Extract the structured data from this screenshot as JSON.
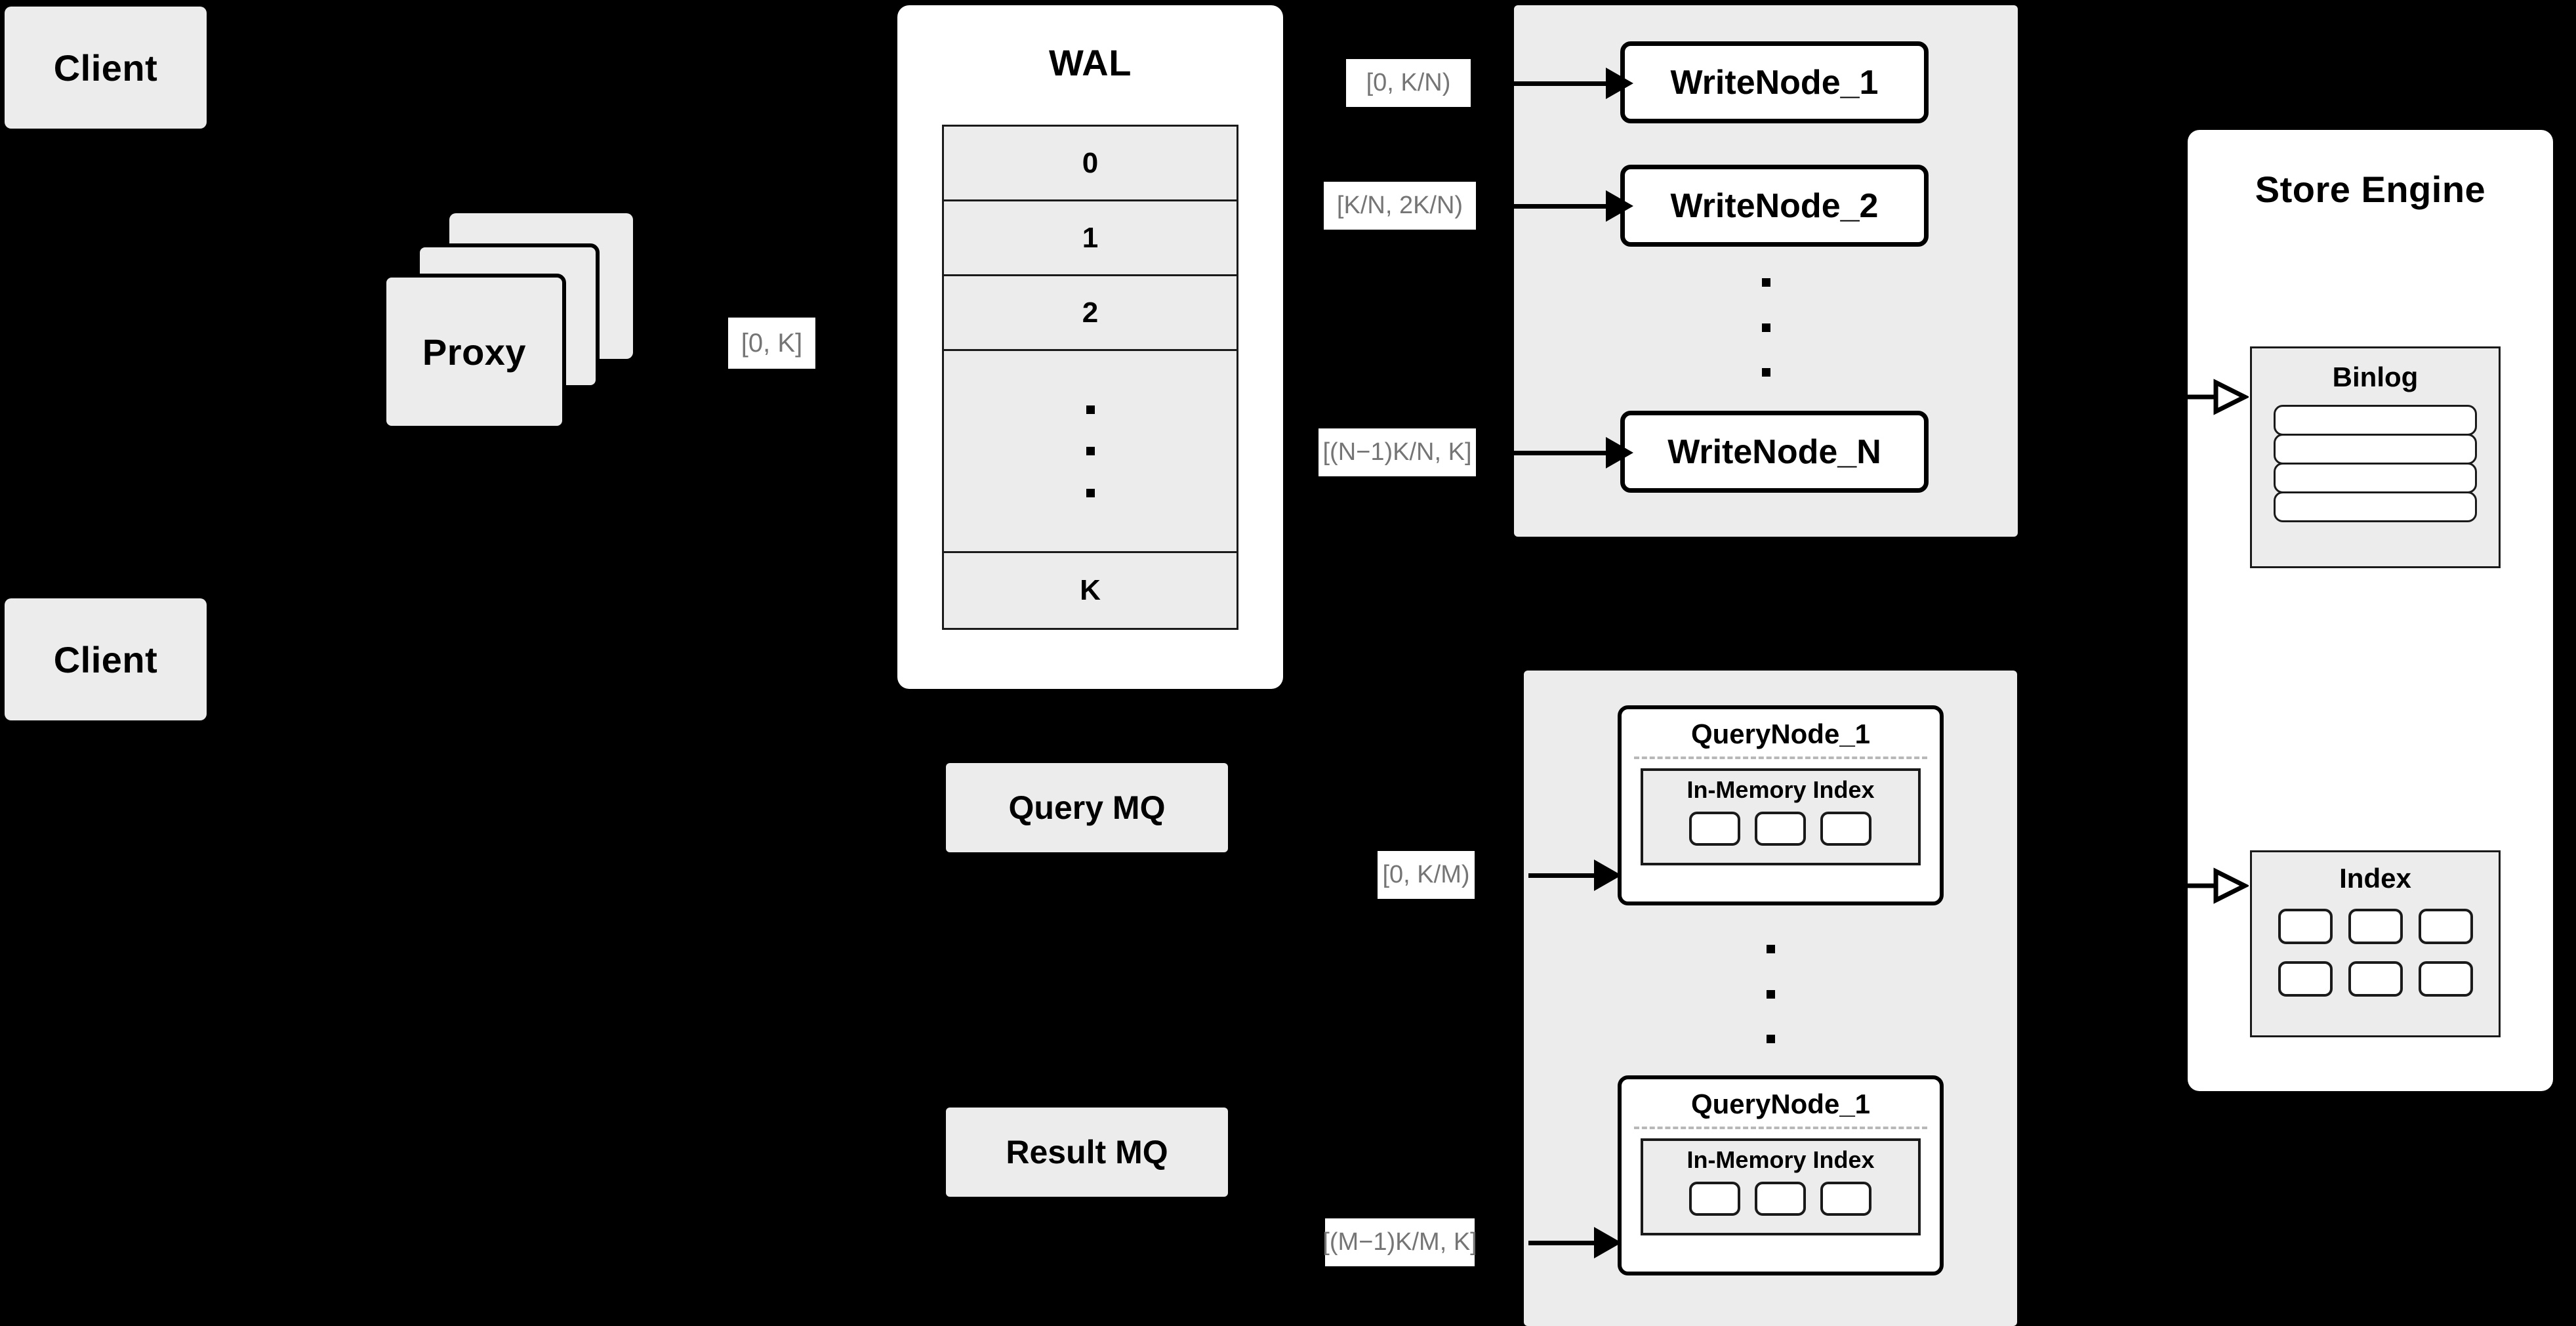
{
  "diagram": {
    "title": "Distributed write/query architecture",
    "background_color": "#000000",
    "node_fill_gray": "#ececec",
    "node_fill_white": "#ffffff",
    "tag_text_color": "#757575"
  },
  "clients": [
    {
      "label": "Client"
    },
    {
      "label": "Client"
    }
  ],
  "proxy": {
    "label": "Proxy",
    "stack_count": 3,
    "outgoing_tag": "[0, K]"
  },
  "wal": {
    "title": "WAL",
    "rows": [
      "0",
      "1",
      "2",
      "",
      "K"
    ],
    "ellipsis_row_index": 3,
    "ellipsis_dots": 3
  },
  "queues": [
    {
      "label": "Query MQ"
    },
    {
      "label": "Result MQ"
    }
  ],
  "write_cluster": {
    "nodes": [
      {
        "label": "WriteNode_1",
        "range_tag": "[0,  K/N)"
      },
      {
        "label": "WriteNode_2",
        "range_tag": "[K/N, 2K/N)"
      },
      {
        "label": "WriteNode_N",
        "range_tag": "[(N−1)K/N,  K]"
      }
    ],
    "ellipsis_dots": 3
  },
  "query_cluster": {
    "nodes": [
      {
        "label": "QueryNode_1",
        "range_tag": "[0, K/M)",
        "index_title": "In-Memory Index",
        "segment_count": 3
      },
      {
        "label": "QueryNode_1",
        "range_tag": "[(M−1)K/M, K]",
        "index_title": "In-Memory Index",
        "segment_count": 3
      }
    ],
    "ellipsis_dots": 3
  },
  "store_engine": {
    "title": "Store Engine",
    "binlog": {
      "title": "Binlog",
      "bar_count": 4
    },
    "index": {
      "title": "Index",
      "cell_rows": 2,
      "cell_cols": 3
    }
  }
}
